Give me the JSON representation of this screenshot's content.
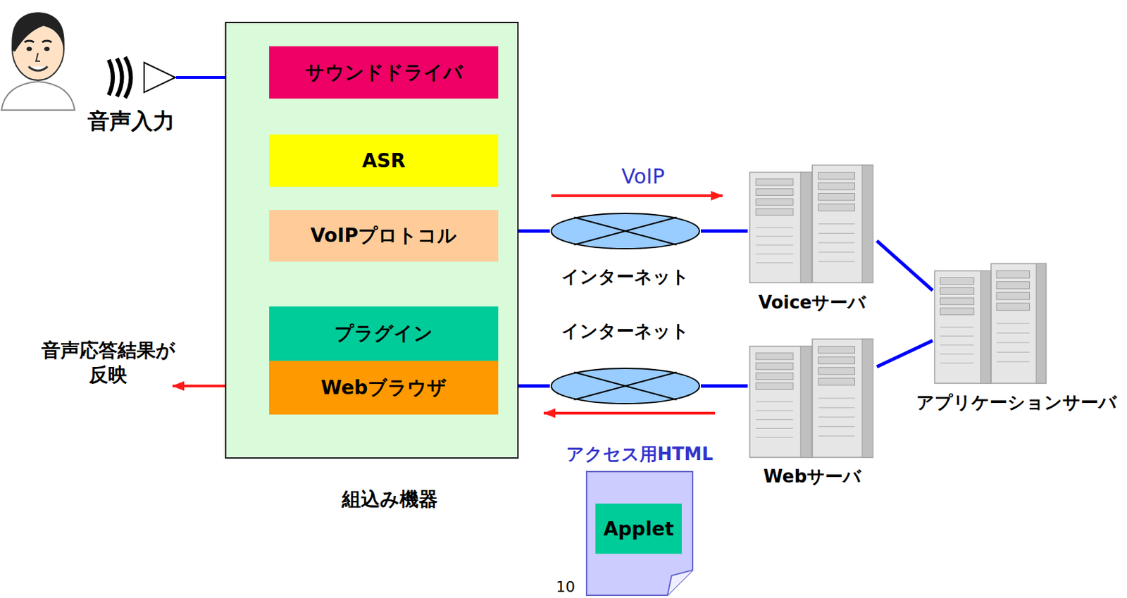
{
  "diagram": {
    "nodes": [
      {
        "text": [
          "組込み機器"
        ]
      },
      {
        "text": [
          "サウンドドライバ"
        ],
        "in": 0
      },
      {
        "text": [
          "ASR"
        ],
        "in": 0
      },
      {
        "text": [
          "VoIPプロトコル"
        ],
        "in": 0
      },
      {
        "text": [
          "プラグイン"
        ],
        "in": 0
      },
      {
        "text": [
          "Webブラウザ"
        ],
        "in": 0
      },
      {
        "text": [
          "インターネット"
        ]
      },
      {
        "text": [
          "インターネット"
        ]
      },
      {
        "text": [
          "Voiceサーバ"
        ]
      },
      {
        "text": [
          "Webサーバ"
        ]
      },
      {
        "text": [
          "アプリケーションサーバ"
        ]
      },
      {
        "text": [
          "アクセス用HTML"
        ]
      },
      {
        "text": [
          "Applet"
        ],
        "in": 11
      }
    ],
    "edges": [
      {
        "from": 1,
        "to": 2,
        "arrow": "none"
      },
      {
        "from": 2,
        "to": 3,
        "arrow": "none"
      },
      {
        "from": 3,
        "to": 6,
        "arrow": "none"
      },
      {
        "from": 6,
        "to": 8,
        "arrow": "none"
      },
      {
        "from": 5,
        "to": 7,
        "arrow": "none"
      },
      {
        "from": 7,
        "to": 9,
        "arrow": "none"
      },
      {
        "from": 8,
        "to": 10,
        "arrow": "none"
      },
      {
        "from": 9,
        "to": 10,
        "arrow": "none"
      }
    ],
    "labels": [
      "音声入力",
      "VoIP",
      "音声応答結果が 反映",
      "10"
    ]
  }
}
